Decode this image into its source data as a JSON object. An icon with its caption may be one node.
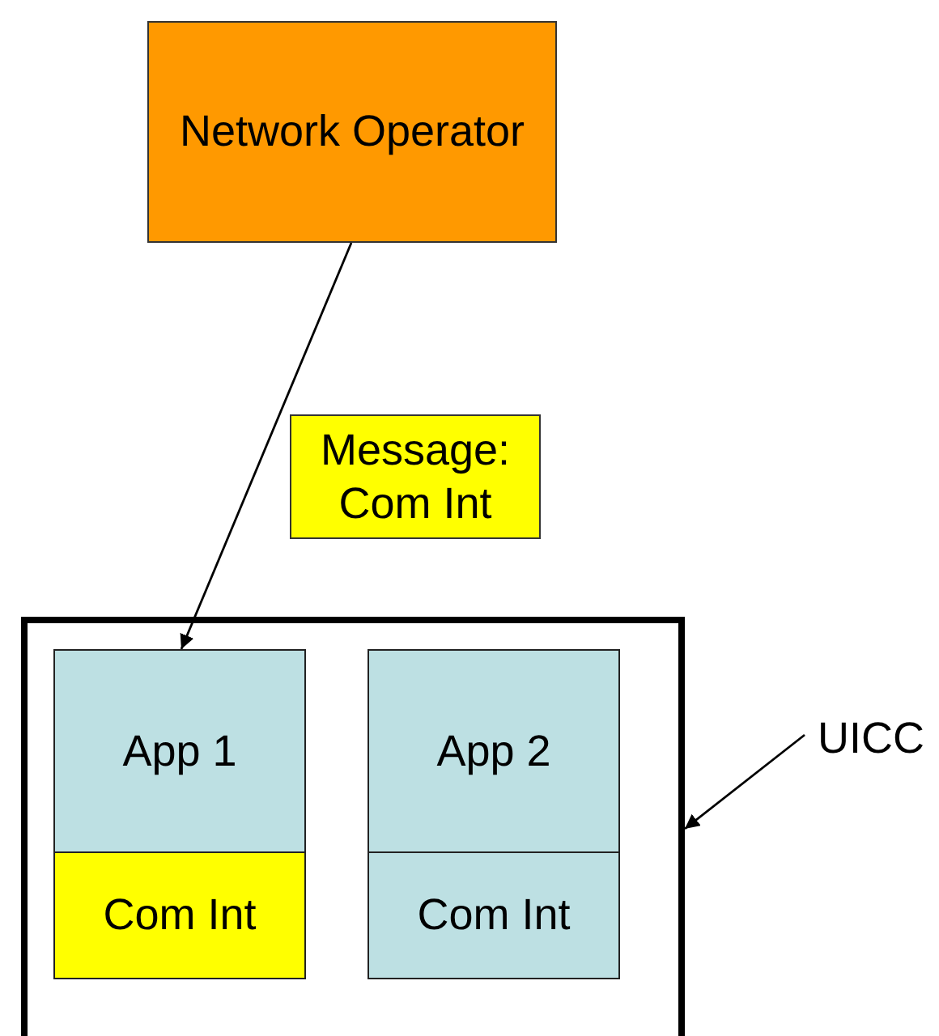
{
  "diagram": {
    "nodes": [
      {
        "text": [
          "Network Operator"
        ]
      },
      {
        "text": [
          "Message: Com Int"
        ]
      },
      {
        "text": [],
        "shape": "box"
      },
      {
        "text": [
          "App 1"
        ],
        "in": 2
      },
      {
        "text": [
          "Com Int"
        ],
        "in": 2
      },
      {
        "text": [
          "App 2"
        ],
        "in": 2
      },
      {
        "text": [
          "Com Int"
        ],
        "in": 2
      },
      {
        "text": [
          "UICC"
        ]
      }
    ],
    "edges": [
      {
        "from": 0,
        "to": 3,
        "arrow": "to"
      },
      {
        "from": 7,
        "to": 2,
        "arrow": "to"
      }
    ]
  }
}
